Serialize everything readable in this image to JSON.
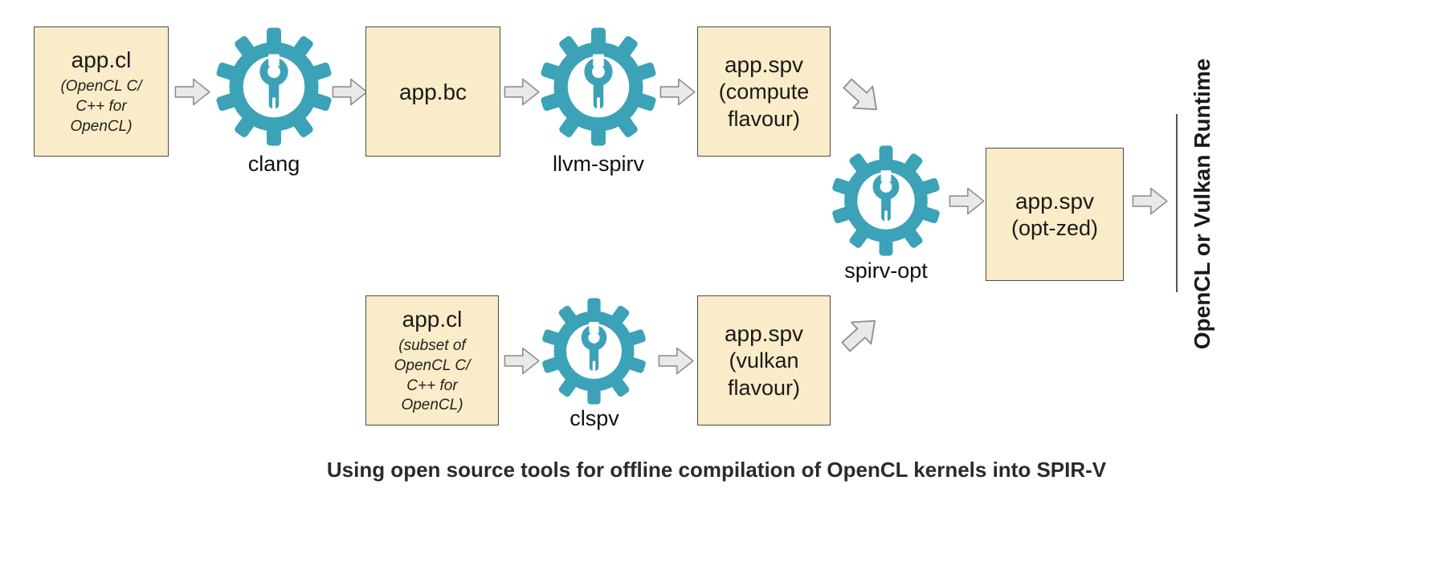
{
  "caption": "Using open source tools for offline compilation of OpenCL kernels into SPIR-V",
  "runtime": {
    "label": "OpenCL or Vulkan Runtime"
  },
  "colors": {
    "box_fill": "#FAECC8",
    "box_border": "#4B4B4B",
    "gear": "#3BA2B8",
    "arrow_fill": "#E9E9E9",
    "arrow_border": "#8F8F8F",
    "text": "#1A1A1A"
  },
  "boxes": {
    "app_cl_top": {
      "title": "app.cl",
      "subtitle": "(OpenCL C/\nC++ for\nOpenCL)"
    },
    "app_bc": {
      "title": "app.bc"
    },
    "app_spv_compute": {
      "title": "app.spv",
      "body": "(compute\nflavour)"
    },
    "app_spv_opt": {
      "title": "app.spv",
      "body": "(opt-zed)"
    },
    "app_cl_bottom": {
      "title": "app.cl",
      "subtitle": "(subset of\nOpenCL C/\nC++ for\nOpenCL)"
    },
    "app_spv_vulkan": {
      "title": "app.spv",
      "body": "(vulkan\nflavour)"
    }
  },
  "tools": {
    "clang": {
      "label": "clang"
    },
    "llvm_spirv": {
      "label": "llvm-spirv"
    },
    "spirv_opt": {
      "label": "spirv-opt"
    },
    "clspv": {
      "label": "clspv"
    }
  }
}
